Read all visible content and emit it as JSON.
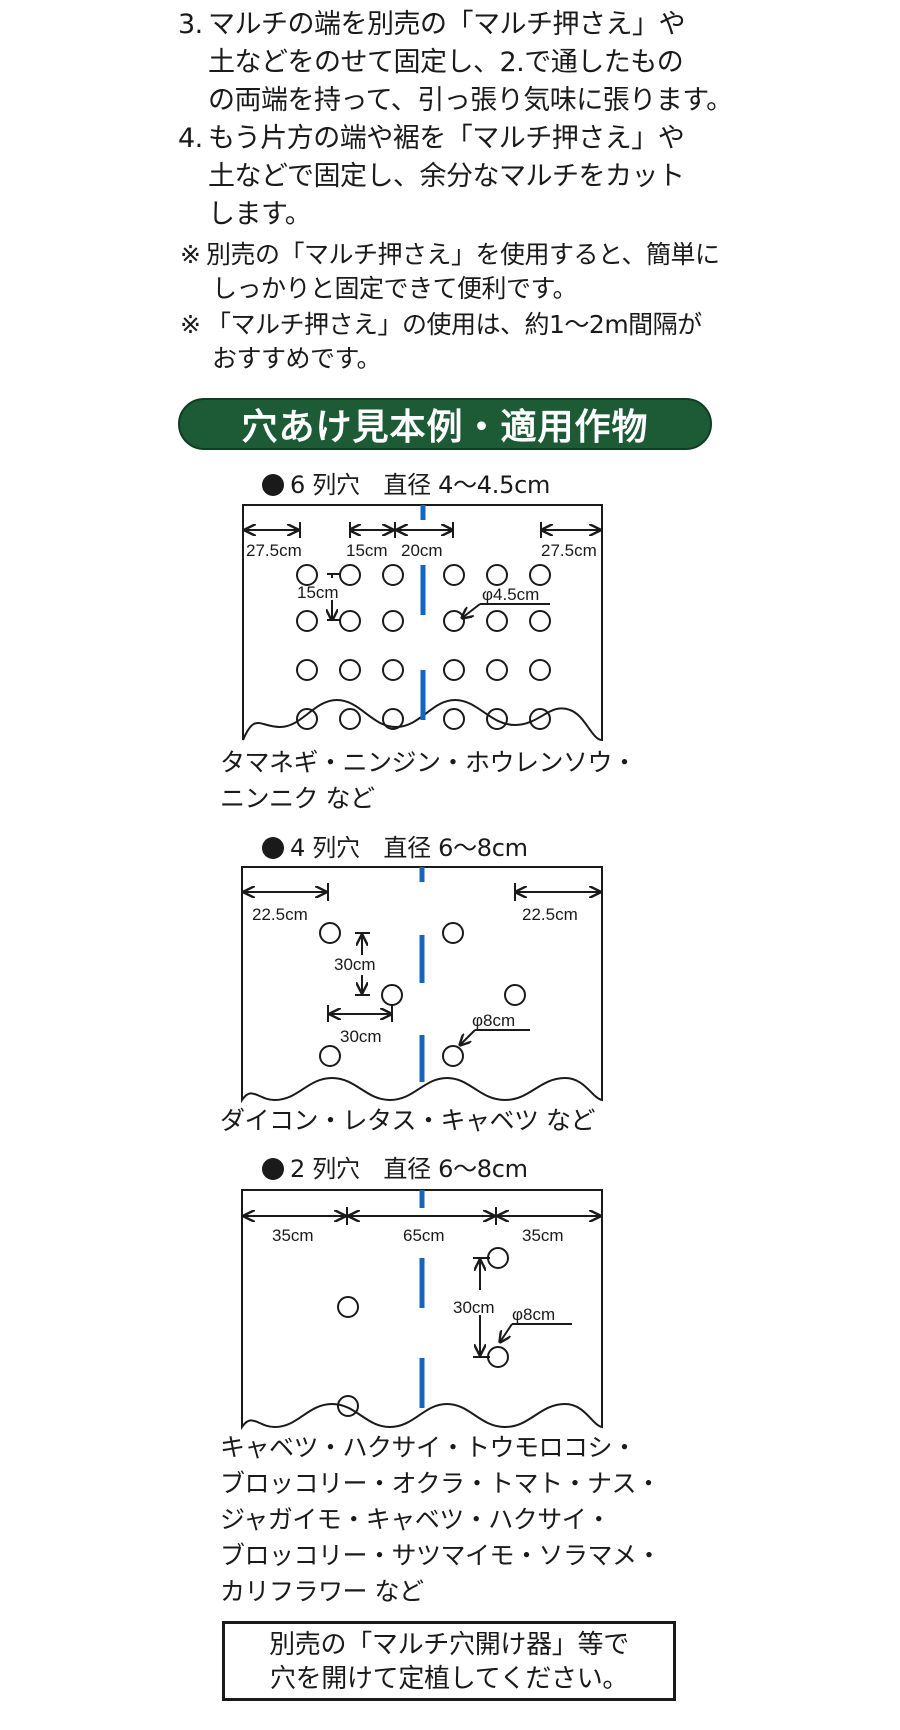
{
  "instructions": {
    "step3": {
      "number": "3.",
      "lines": [
        "マルチの端を別売の「マルチ押さえ」や",
        "土などをのせて固定し、2.で通したもの",
        "の両端を持って、引っ張り気味に張ります。"
      ]
    },
    "step4": {
      "number": "4.",
      "lines": [
        "もう片方の端や裾を「マルチ押さえ」や",
        "土などで固定し、余分なマルチをカット",
        "します。"
      ]
    },
    "notes": [
      {
        "mark": "※",
        "lines": [
          "別売の「マルチ押さえ」を使用すると、簡単に",
          "しっかりと固定できて便利です。"
        ]
      },
      {
        "mark": "※",
        "lines": [
          "「マルチ押さえ」の使用は、約1～2m間隔が",
          "おすすめです。"
        ]
      }
    ]
  },
  "section_banner": {
    "title": "穴あけ見本例・適用作物",
    "color": "#1d5a36"
  },
  "diagrams": [
    {
      "title": "6 列穴　直径 4～4.5cm",
      "rows": 6,
      "dimensions": {
        "left_margin": "27.5cm",
        "spacing": "15cm",
        "center_gap": "20cm",
        "right_margin": "27.5cm",
        "row_spacing": "15cm",
        "hole_diameter": "φ4.5cm"
      },
      "crops": [
        "タマネギ・ニンジン・ホウレンソウ・",
        "ニンニク など"
      ]
    },
    {
      "title": "4 列穴　直径 6～8cm",
      "rows": 4,
      "dimensions": {
        "left_margin": "22.5cm",
        "right_margin": "22.5cm",
        "row_spacing": "30cm",
        "col_spacing": "30cm",
        "hole_diameter": "φ8cm"
      },
      "crops": [
        "ダイコン・レタス・キャベツ など"
      ]
    },
    {
      "title": "2 列穴　直径 6～8cm",
      "rows": 2,
      "dimensions": {
        "left_margin": "35cm",
        "center_width": "65cm",
        "right_margin": "35cm",
        "row_spacing": "30cm",
        "hole_diameter": "φ8cm"
      },
      "crops": [
        "キャベツ・ハクサイ・トウモロコシ・",
        "ブロッコリー・オクラ・トマト・ナス・",
        "ジャガイモ・キャベツ・ハクサイ・",
        "ブロッコリー・サツマイモ・ソラマメ・",
        "カリフラワー など"
      ]
    }
  ],
  "notice": {
    "lines": [
      "別売の「マルチ穴開け器」等で",
      "穴を開けて定植してください。"
    ]
  },
  "colors": {
    "text": "#1a1a1a",
    "center_line": "#1565c0",
    "banner": "#1d5a36"
  }
}
